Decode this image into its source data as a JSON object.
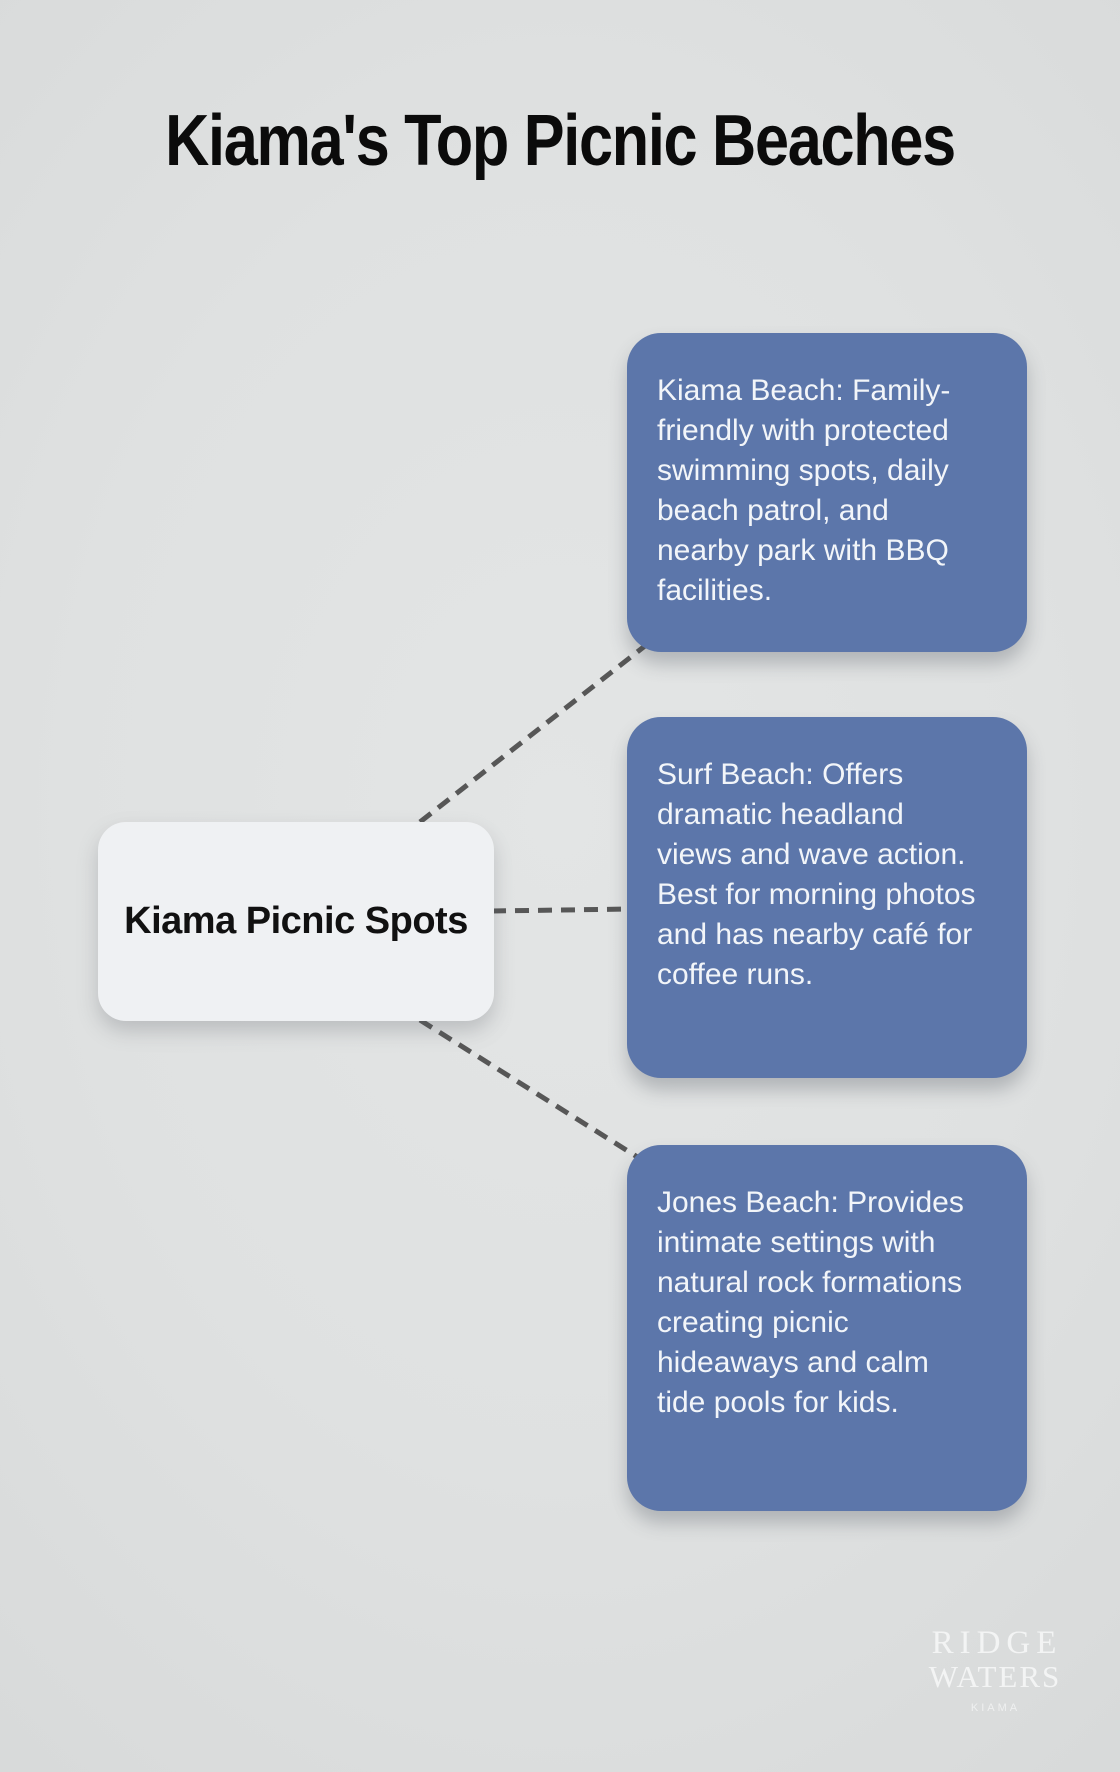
{
  "title": "Kiama's Top Picnic Beaches",
  "diagram": {
    "root": {
      "label": "Kiama Picnic Spots"
    },
    "branches": [
      {
        "text": "Kiama Beach: Family-friendly with protected swimming spots, daily beach patrol, and nearby park with BBQ facilities."
      },
      {
        "text": "Surf Beach: Offers dramatic headland views and wave action. Best for morning photos and has nearby café for coffee runs."
      },
      {
        "text": "Jones Beach: Provides intimate settings with natural rock formations creating picnic hideaways and calm tide pools for kids."
      }
    ]
  },
  "branding": {
    "name_line1": "RIDGE",
    "name_line2": "WATERS",
    "tagline": "KIAMA"
  },
  "colors": {
    "background": "#dfe1e1",
    "background_light": "#e3e5e5",
    "background_dark": "#d8dada",
    "title": "#0b0b0b",
    "root_node_bg": "#eff1f3",
    "root_node_text": "#111111",
    "branch_bg": "#5c76aa",
    "branch_text": "#f2f5f9",
    "connector": "#575757",
    "branding_text": "#f5f6f6"
  }
}
